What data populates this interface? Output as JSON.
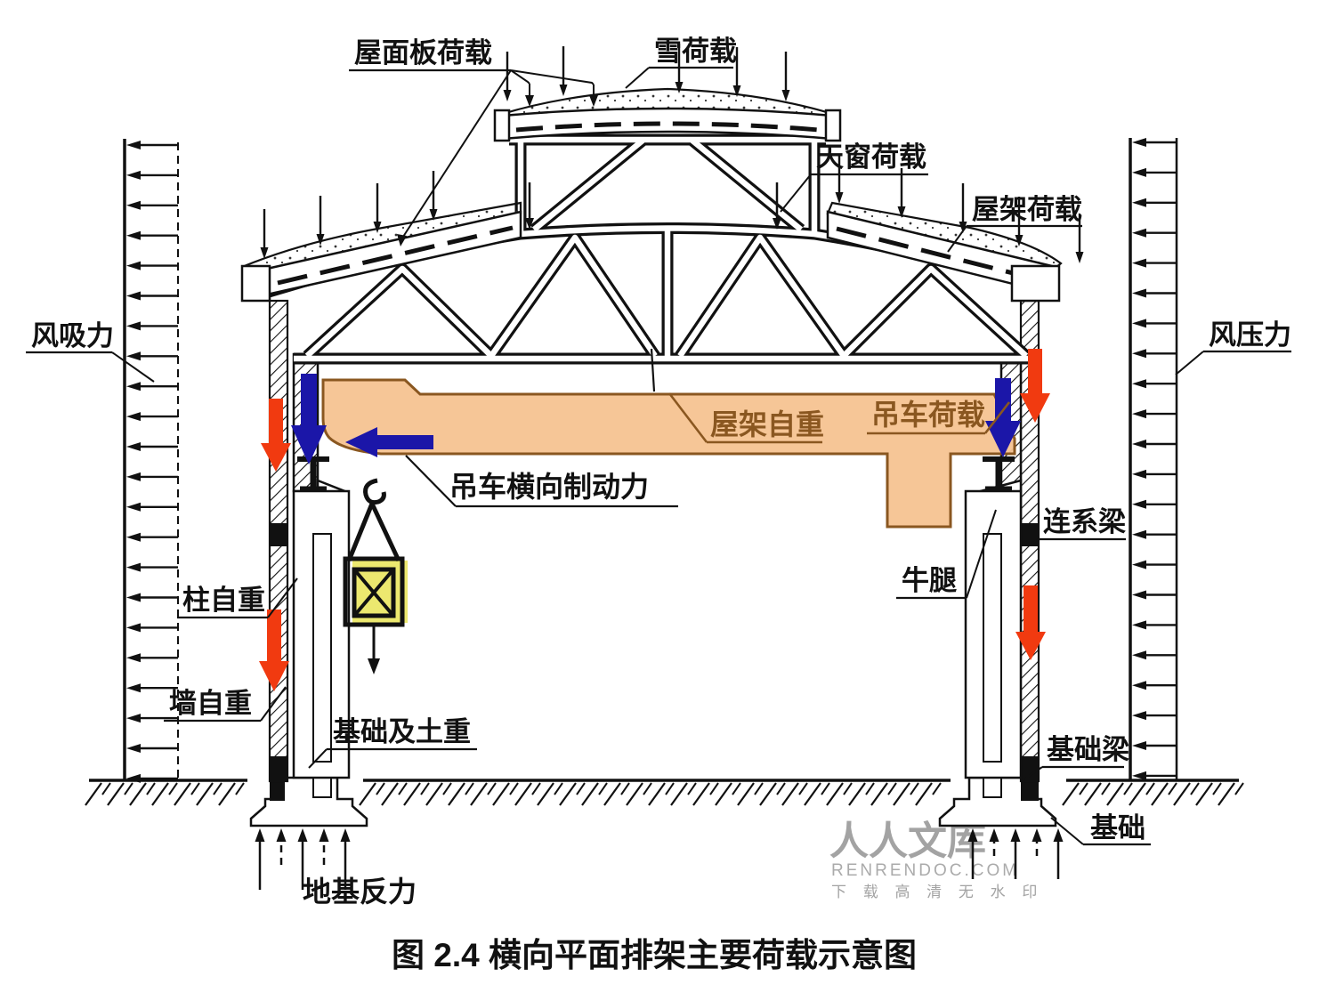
{
  "figure": {
    "caption": "图 2.4   横向平面排架主要荷载示意图",
    "labels": {
      "roof_panel_load": "屋面板荷载",
      "snow_load": "雪荷载",
      "skylight_load": "天窗荷载",
      "roof_truss_load": "屋架荷载",
      "wind_suction": "风吸力",
      "wind_pressure": "风压力",
      "truss_self_weight": "屋架自重",
      "crane_load": "吊车荷载",
      "crane_braking_force": "吊车横向制动力",
      "column_self_weight": "柱自重",
      "wall_self_weight": "墙自重",
      "corbel": "牛腿",
      "tie_beam": "连系梁",
      "foundation_and_soil_weight": "基础及土重",
      "foundation_beam": "基础梁",
      "foundation": "基础",
      "subgrade_reaction": "地基反力"
    },
    "colors": {
      "line": "#111111",
      "crane_highlight": "#f5c391",
      "crane_outline": "#8a5720",
      "load_arrow_blue": "#1b16a8",
      "weight_arrow_red": "#f13a10",
      "hook_highlight": "#eae55f",
      "watermark_gray": "#a3a3a3"
    }
  },
  "watermark": {
    "name": "人人文库",
    "domain": "RENRENDOC.COM",
    "tagline": "下 载 高 清 无 水 印"
  }
}
